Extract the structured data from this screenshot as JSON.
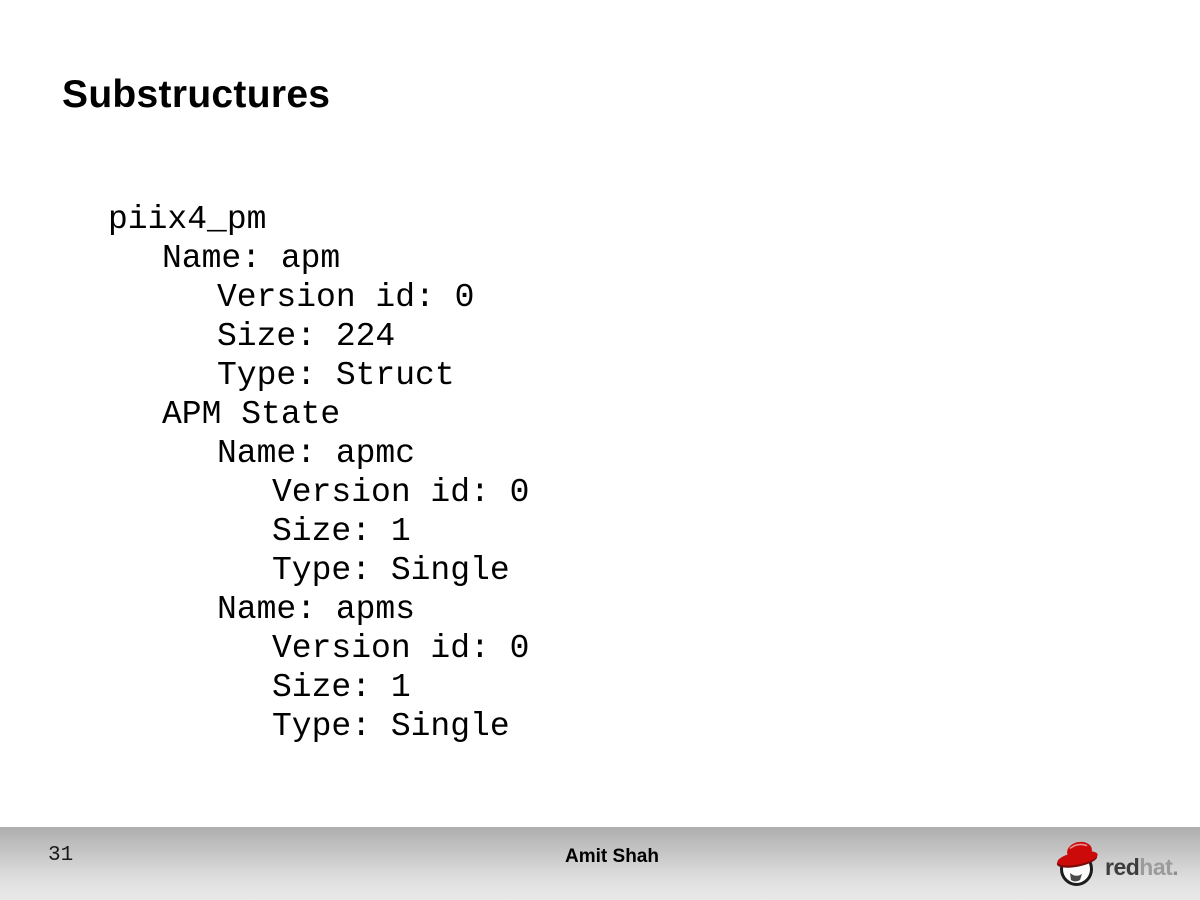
{
  "slide": {
    "title": "Substructures",
    "page_number": "31",
    "footer_author": "Amit Shah"
  },
  "code": {
    "lines": [
      {
        "text": "piix4_pm",
        "level": 0
      },
      {
        "text": "Name: apm",
        "level": 1
      },
      {
        "text": "Version id: 0",
        "level": 2
      },
      {
        "text": "Size: 224",
        "level": 2
      },
      {
        "text": "Type: Struct",
        "level": 2
      },
      {
        "text": "APM State",
        "level": 1
      },
      {
        "text": "Name: apmc",
        "level": 2
      },
      {
        "text": "Version id: 0",
        "level": 3
      },
      {
        "text": "Size: 1",
        "level": 3
      },
      {
        "text": "Type: Single",
        "level": 3
      },
      {
        "text": "Name: apms",
        "level": 2
      },
      {
        "text": "Version id: 0",
        "level": 3
      },
      {
        "text": "Size: 1",
        "level": 3
      },
      {
        "text": "Type: Single",
        "level": 3
      }
    ]
  },
  "logo": {
    "brand_bold": "red",
    "brand_light": "hat",
    "period": "."
  },
  "colors": {
    "hat_red": "#cc0a0a",
    "hat_red_dark": "#7a0b0b",
    "face_outline": "#1c1c1c",
    "face_fill": "#fbfbfb",
    "logo_text_dark": "#3d3d3d",
    "logo_text_light": "#9b9b9b",
    "footer_gradient_top": "#aeaeae",
    "footer_gradient_bottom": "#e9e9e9"
  }
}
